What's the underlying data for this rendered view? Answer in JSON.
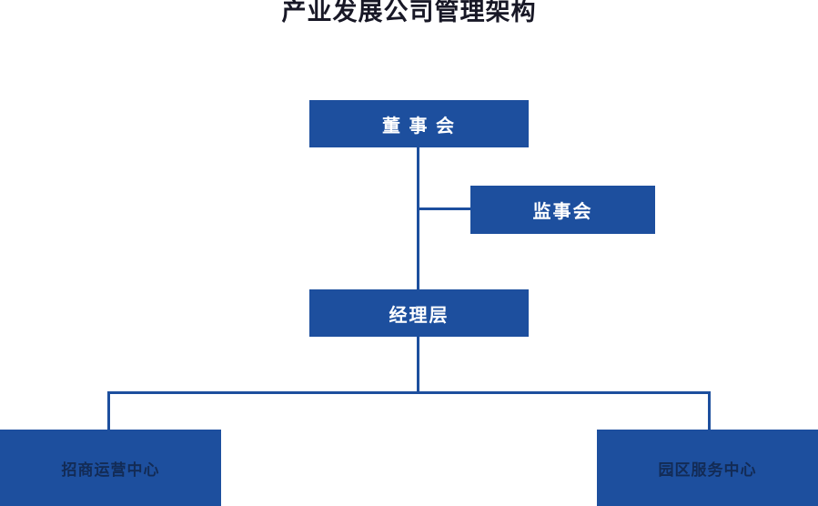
{
  "title": "产业发展公司管理架构",
  "nodes": {
    "board": {
      "label": "董 事 会"
    },
    "supervisory": {
      "label": "监事会"
    },
    "management": {
      "label": "经理层"
    },
    "investment_center": {
      "label": "招商运营中心"
    },
    "park_center": {
      "label": "园区服务中心"
    }
  },
  "colors": {
    "box_fill": "#1d4f9e",
    "connector_line": "#1d4f9e",
    "title_text": "#181826",
    "node_text": "#ffffff",
    "bottom_node_text": "#132b55",
    "background": "#ffffff"
  }
}
